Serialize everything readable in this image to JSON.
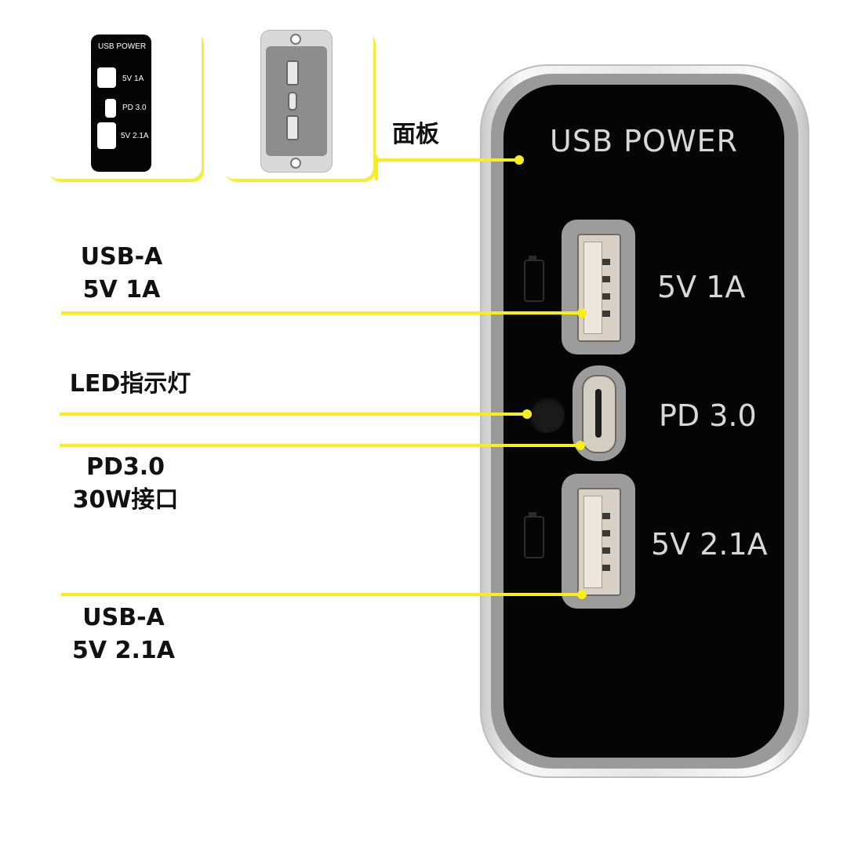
{
  "thumbnails": {
    "panel_front": {
      "title": "USB POWER",
      "label_1": "5V  1A",
      "label_2": "PD 3.0",
      "label_3": "5V 2.1A"
    },
    "panel_back": {}
  },
  "callouts": {
    "panel": "面板",
    "usb_a_1_line1": "USB-A",
    "usb_a_1_line2": "5V 1A",
    "led": "LED指示灯",
    "pd_line1": "PD3.0",
    "pd_line2": "30W接口",
    "usb_a_2_line1": "USB-A",
    "usb_a_2_line2": "5V 2.1A"
  },
  "device": {
    "title": "USB POWER",
    "port1_label": "5V  1A",
    "port2_label": "PD 3.0",
    "port3_label": "5V 2.1A"
  },
  "colors": {
    "accent": "#f8ee1e",
    "panel": "#050505",
    "bezel": "#9a9a9a"
  }
}
